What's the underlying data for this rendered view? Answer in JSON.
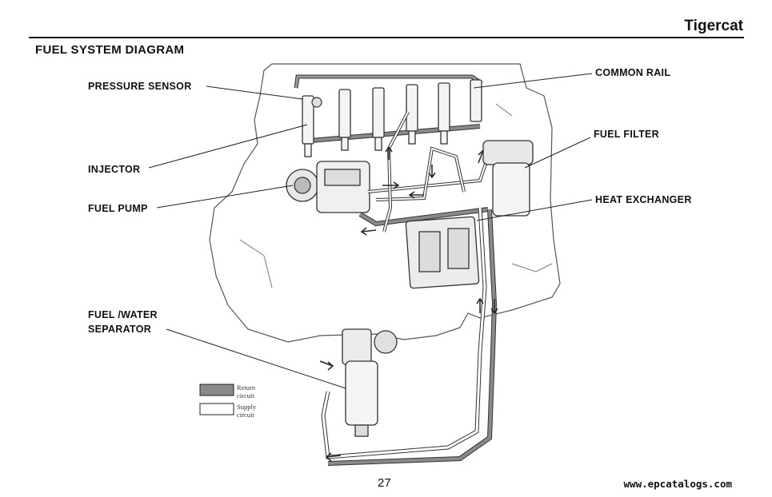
{
  "header": {
    "brand": "Tigercat"
  },
  "page": {
    "title": "FUEL SYSTEM DIAGRAM",
    "number": "27",
    "footer_url": "www.epcatalogs.com"
  },
  "callouts": {
    "pressure_sensor": "PRESSURE SENSOR",
    "injector": "INJECTOR",
    "fuel_pump": "FUEL PUMP",
    "fuel_water_separator_1": "FUEL /WATER",
    "fuel_water_separator_2": "SEPARATOR",
    "common_rail": "COMMON RAIL",
    "fuel_filter": "FUEL FILTER",
    "heat_exchanger": "HEAT EXCHANGER"
  },
  "legend": {
    "return_label": "Return circuit",
    "supply_label": "Supply circuit",
    "return_color": "#8a8a8a",
    "supply_color": "#ffffff"
  }
}
